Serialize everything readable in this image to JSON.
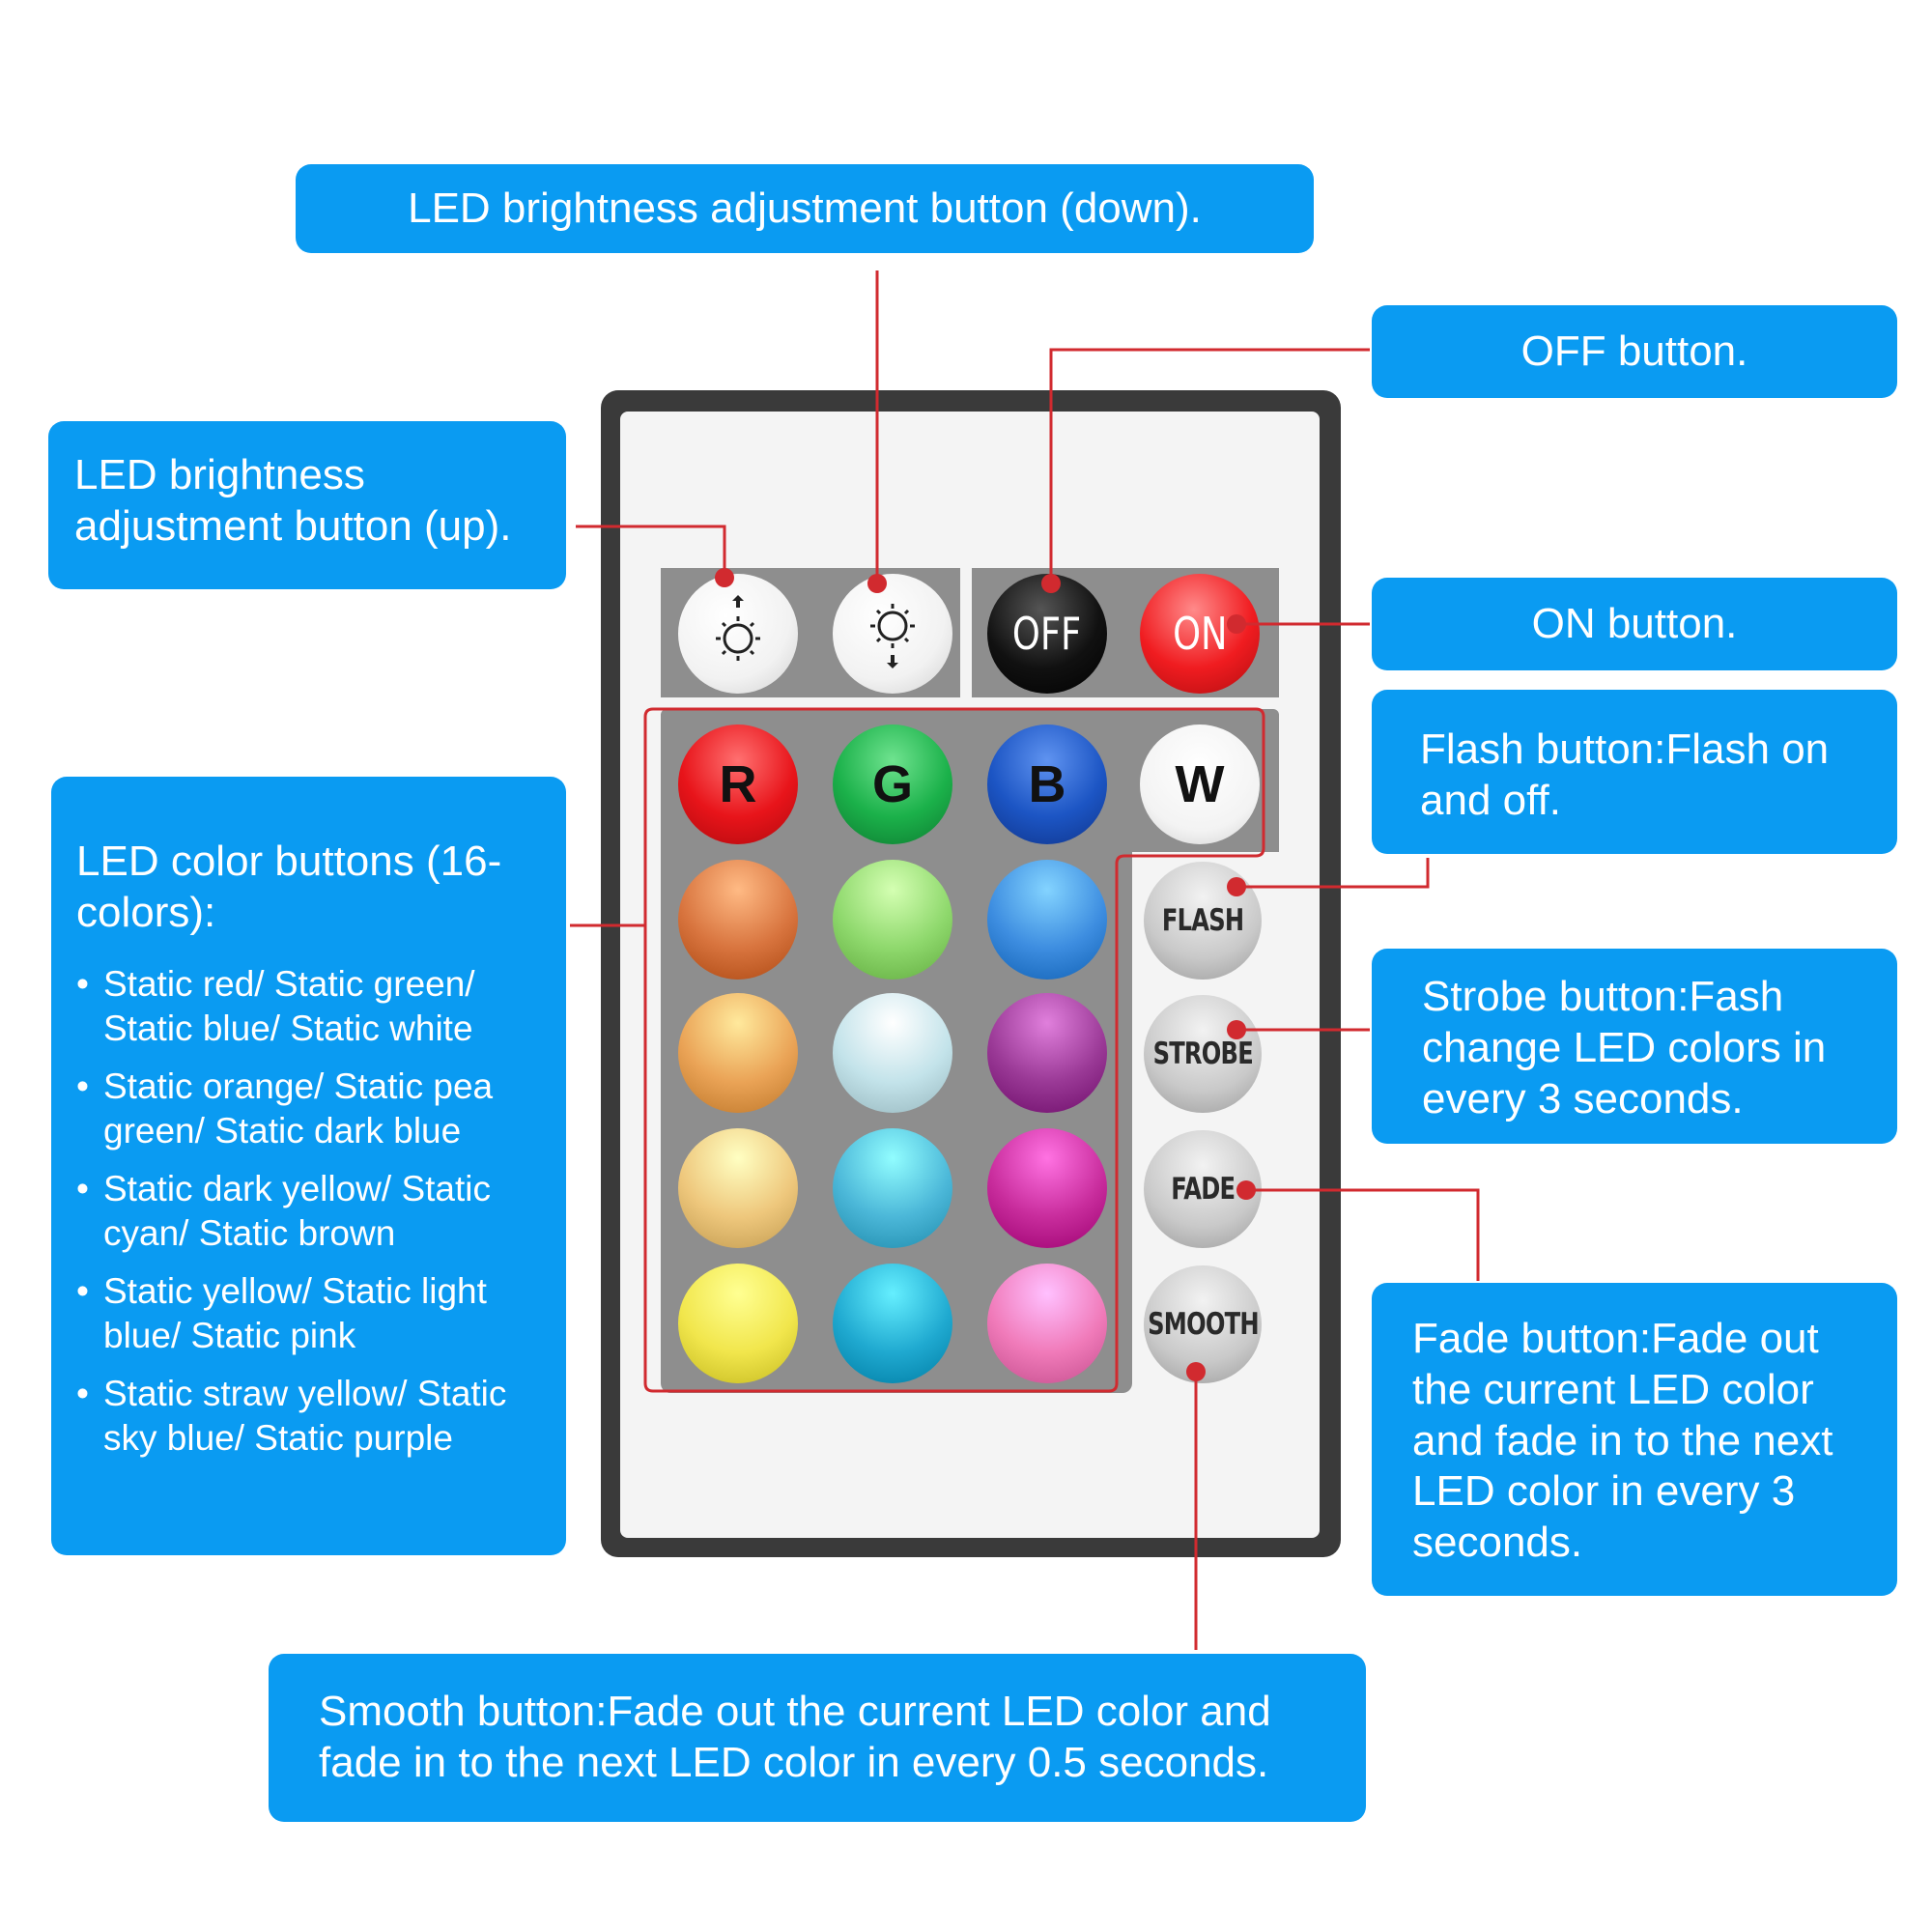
{
  "callouts": {
    "brightness_down": "LED brightness adjustment button (down).",
    "off": "OFF button.",
    "on": "ON button.",
    "brightness_up": "LED brightness adjustment button (up).",
    "flash": "Flash button:Flash on and off.",
    "strobe": "Strobe button:Fash change LED colors in every 3 seconds.",
    "fade": "Fade button:Fade out the current LED color and fade in to the next LED color in every 3 seconds.",
    "smooth": "Smooth button:Fade out the current LED color and fade in to the next LED color in every 0.5 seconds.",
    "colors": {
      "heading": "LED color buttons (16-colors):",
      "items": [
        "Static red/ Static green/ Static blue/ Static white",
        "Static orange/ Static pea green/ Static dark blue",
        "Static dark yellow/ Static cyan/ Static brown",
        "Static yellow/ Static light blue/ Static pink",
        "Static straw yellow/ Static sky blue/ Static purple"
      ]
    }
  },
  "remote": {
    "off_label": "OFF",
    "on_label": "ON",
    "r_label": "R",
    "g_label": "G",
    "b_label": "B",
    "w_label": "W",
    "flash_label": "FLASH",
    "strobe_label": "STROBE",
    "fade_label": "FADE",
    "smooth_label": "SMOOTH",
    "brightness_up_icon": "sun-up-icon",
    "brightness_down_icon": "sun-down-icon",
    "color_grid": [
      [
        "#d8743e",
        "#8ed86c",
        "#3d8de0"
      ],
      [
        "#eaa356",
        "#c3e3ea",
        "#9a3996"
      ],
      [
        "#eec77c",
        "#4bb7d8",
        "#c82c9c"
      ],
      [
        "#f1e64c",
        "#1fa9d0",
        "#f07ab9"
      ]
    ]
  },
  "colors": {
    "callout_blue": "#0a9bf2",
    "leader_red": "#d12a2f",
    "red_button": "#e8141a",
    "green_button": "#1bb14a",
    "blue_button": "#1c55c4",
    "off_button": "#111111",
    "on_button": "#f01c20"
  }
}
